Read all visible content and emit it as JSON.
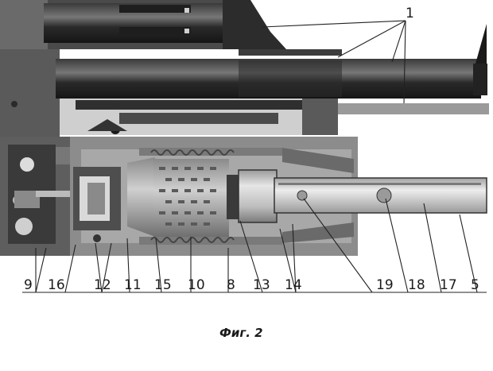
{
  "figure": {
    "caption": "Фиг. 2",
    "callouts": {
      "n1": "1",
      "n9": "9",
      "n16": "16",
      "n12": "12",
      "n11": "11",
      "n15": "15",
      "n10": "10",
      "n8": "8",
      "n13": "13",
      "n14": "14",
      "n19": "19",
      "n18": "18",
      "n17": "17",
      "n5": "5"
    }
  }
}
